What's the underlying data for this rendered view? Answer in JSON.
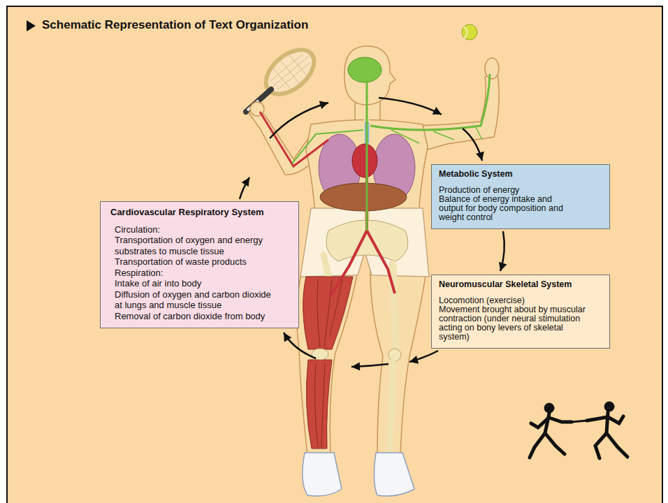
{
  "diagram": {
    "title": "Schematic Representation of Text Organization",
    "nodes": [
      {
        "text": [
          "Metabolic System",
          "Production of energy",
          "Balance of energy intake and output for body composition and weight control"
        ]
      },
      {
        "text": [
          "Cardiovascular Respiratory System",
          "Circulation:",
          "Transportation of oxygen and energy substrates to muscle tissue",
          "Transportation of waste products",
          "Respiration:",
          "Intake of air into body",
          "Diffusion of oxygen and carbon dioxide at lungs and muscle tissue",
          "Removal of carbon dioxide from body"
        ]
      },
      {
        "text": [
          "Neuromuscular Skeletal System",
          "Locomotion (exercise)",
          "Movement brought about by muscular contraction (under neural stimulation acting on bony levers of skeletal system)"
        ]
      }
    ],
    "edges": [
      {
        "from": 0,
        "to": 2,
        "arrow": "to"
      },
      {
        "from": 2,
        "to": 1,
        "arrow": "to"
      },
      {
        "from": 1,
        "to": 0,
        "arrow": "to"
      }
    ]
  }
}
